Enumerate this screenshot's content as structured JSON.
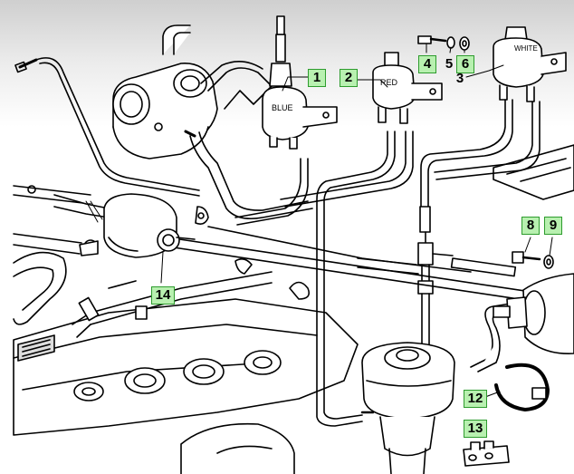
{
  "diagram": {
    "part_labels": [
      {
        "id": "p1",
        "text": "1"
      },
      {
        "id": "p2",
        "text": "2"
      },
      {
        "id": "p3",
        "text": "3"
      },
      {
        "id": "p4",
        "text": "4"
      },
      {
        "id": "p5",
        "text": "5"
      },
      {
        "id": "p6",
        "text": "6"
      },
      {
        "id": "p8",
        "text": "8"
      },
      {
        "id": "p9",
        "text": "9"
      },
      {
        "id": "p12",
        "text": "12"
      },
      {
        "id": "p13",
        "text": "13"
      },
      {
        "id": "p14",
        "text": "14"
      }
    ],
    "valve_markings": {
      "blue": "BLUE",
      "red": "RED",
      "white": "WHITE"
    },
    "colors": {
      "highlight_fill": "#b8f0b0",
      "highlight_border": "#2e9c2e",
      "line": "#000000"
    }
  }
}
